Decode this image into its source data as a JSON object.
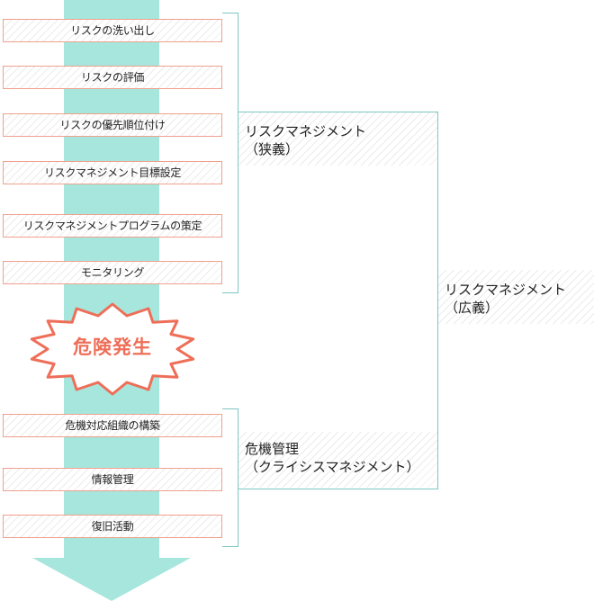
{
  "steps_before": [
    "リスクの洗い出し",
    "リスクの評価",
    "リスクの優先順位付け",
    "リスクマネジメント目標設定",
    "リスクマネジメントプログラムの策定",
    "モニタリング"
  ],
  "event": "危険発生",
  "steps_after": [
    "危機対応組織の構築",
    "情報管理",
    "復旧活動"
  ],
  "groups": {
    "narrow": {
      "line1": "リスクマネジメント",
      "line2": "（狭義）"
    },
    "crisis": {
      "line1": "危機管理",
      "line2": "（クライシスマネジメント）"
    },
    "broad": {
      "line1": "リスクマネジメント",
      "line2": "（広義）"
    }
  },
  "colors": {
    "flow": "#a6e6dc",
    "step_border": "#f0a08e",
    "bracket": "#7cc8c2",
    "event": "#ee6e58"
  }
}
